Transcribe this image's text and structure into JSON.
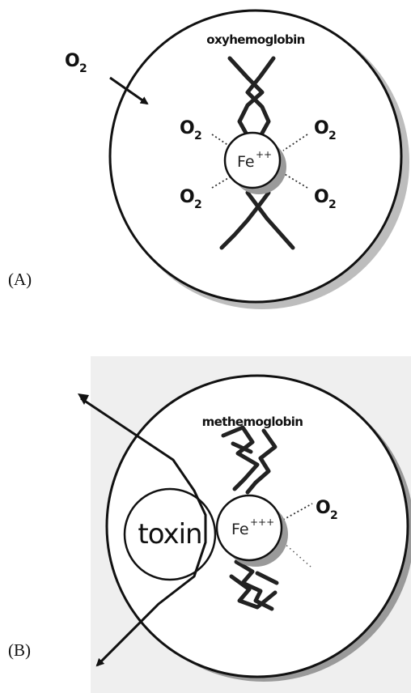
{
  "panel_a": {
    "label": "(A)",
    "title": "oxyhemoglobin",
    "iron": {
      "symbol": "Fe",
      "charge": "++"
    },
    "incoming": {
      "main": "O",
      "sub": "2"
    },
    "bound": [
      {
        "main": "O",
        "sub": "2"
      },
      {
        "main": "O",
        "sub": "2"
      },
      {
        "main": "O",
        "sub": "2"
      },
      {
        "main": "O",
        "sub": "2"
      }
    ]
  },
  "panel_b": {
    "label": "(B)",
    "title": "methemoglobin",
    "iron": {
      "symbol": "Fe",
      "charge": "+++"
    },
    "toxin": "toxin",
    "bound": {
      "main": "O",
      "sub": "2"
    }
  }
}
